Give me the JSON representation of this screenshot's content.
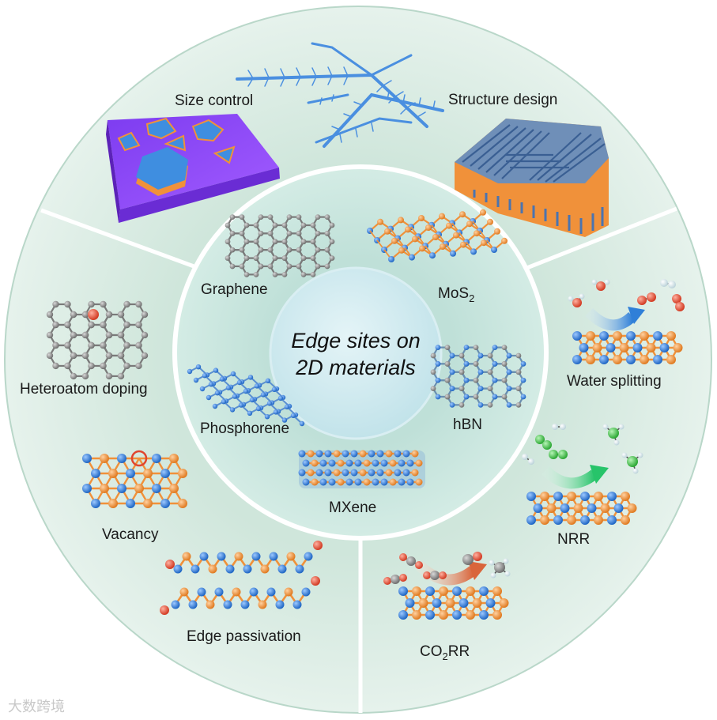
{
  "center": {
    "line1": "Edge sites on",
    "line2": "2D materials"
  },
  "inner_ring": {
    "graphene": "Graphene",
    "mos2": {
      "base": "MoS",
      "sub": "2"
    },
    "hbn": "hBN",
    "phosphorene": "Phosphorene",
    "mxene": "MXene"
  },
  "outer_top": {
    "size_control": "Size control",
    "structure_design": "Structure design"
  },
  "outer_left": {
    "heteroatom": "Heteroatom doping",
    "vacancy": "Vacancy",
    "edge_passivation": "Edge passivation"
  },
  "outer_right": {
    "water": "Water splitting",
    "nrr": "NRR",
    "co2rr": {
      "pre": "CO",
      "sub": "2",
      "post": "RR"
    }
  },
  "watermark": "大数跨境",
  "colors": {
    "outer_ring": "#d6e9df",
    "inner_ring": "#c2e0d8",
    "center_disc": "#d4ecf1",
    "atom_blue": "#2f7fd8",
    "atom_orange": "#f0913a",
    "atom_gray": "#8a8a8a",
    "atom_red": "#e0452e",
    "atom_green": "#44c94c",
    "substrate_purple": "#8a45f0"
  }
}
